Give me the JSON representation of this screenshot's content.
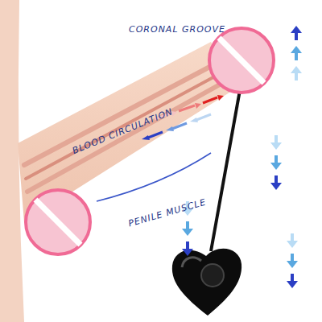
{
  "diagram": {
    "labels": [
      "CORONAL GROOVE",
      "BLOOD CIRCULATION",
      "PENILE MUSCLE"
    ]
  }
}
